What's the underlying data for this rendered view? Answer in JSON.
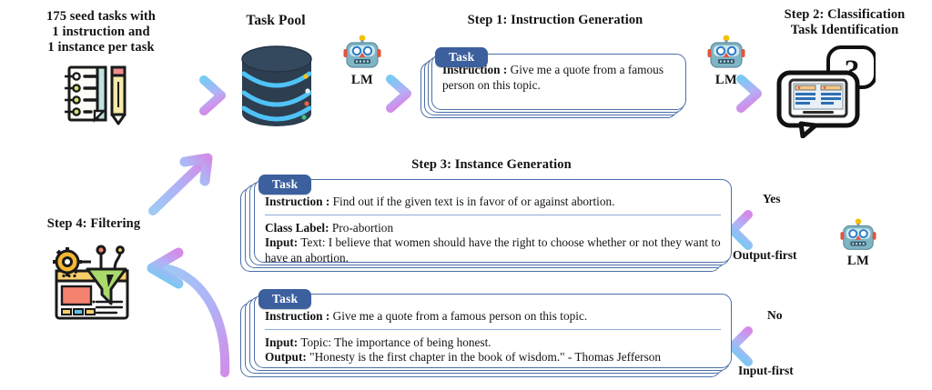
{
  "diagram": {
    "title": "Self-Instruct pipeline",
    "colors": {
      "task_badge": "#3c5f9e",
      "card_border": "#4a6ea8",
      "arrow_periwinkle": "#b3b2f6",
      "arrow_cyan": "#79c9f2",
      "arrow_magenta": "#d48be8",
      "db_body": "#2c3e50",
      "db_arc": "#4fc3f7",
      "funnel_green": "#a5d66a",
      "gear_yellow": "#f5b731"
    }
  },
  "seed": {
    "caption": "175 seed tasks with\n1 instruction and\n1 instance per task",
    "icon": "notebook-pencil-icon"
  },
  "task_pool": {
    "caption": "Task Pool",
    "icon": "database-icon"
  },
  "lm": {
    "label": "LM",
    "icon": "robot-icon"
  },
  "step1": {
    "heading": "Step 1: Instruction Generation",
    "card": {
      "badge": "Task",
      "rows": [
        {
          "label": "Instruction :",
          "text": "Give me a quote from a famous person on this topic."
        }
      ]
    }
  },
  "step2": {
    "heading": "Step 2: Classification\nTask Identification",
    "icon": "speech-bubble-document-question-icon"
  },
  "step3": {
    "heading": "Step 3: Instance Generation",
    "card_classification": {
      "badge": "Task",
      "rows": [
        {
          "label": "Instruction :",
          "text": "Find out if the given text is in favor of or against abortion."
        },
        {
          "label": "Class Label:",
          "text": "Pro-abortion"
        },
        {
          "label": "Input:",
          "text": "Text: I believe that women should have the right to choose whether or not they want to have an abortion."
        }
      ]
    },
    "card_generation": {
      "badge": "Task",
      "rows": [
        {
          "label": "Instruction :",
          "text": "Give me a quote from a famous person on this topic."
        },
        {
          "label": "Input:",
          "text": "Topic: The importance of being honest."
        },
        {
          "label": "Output:",
          "text": "\"Honesty is the first chapter in the book of wisdom.\" - Thomas Jefferson"
        }
      ]
    }
  },
  "step4": {
    "heading": "Step 4: Filtering",
    "icon": "filter-funnel-window-icon"
  },
  "branch": {
    "yes": "Yes",
    "output_first": "Output-first",
    "no": "No",
    "input_first": "Input-first",
    "lm_label": "LM"
  }
}
